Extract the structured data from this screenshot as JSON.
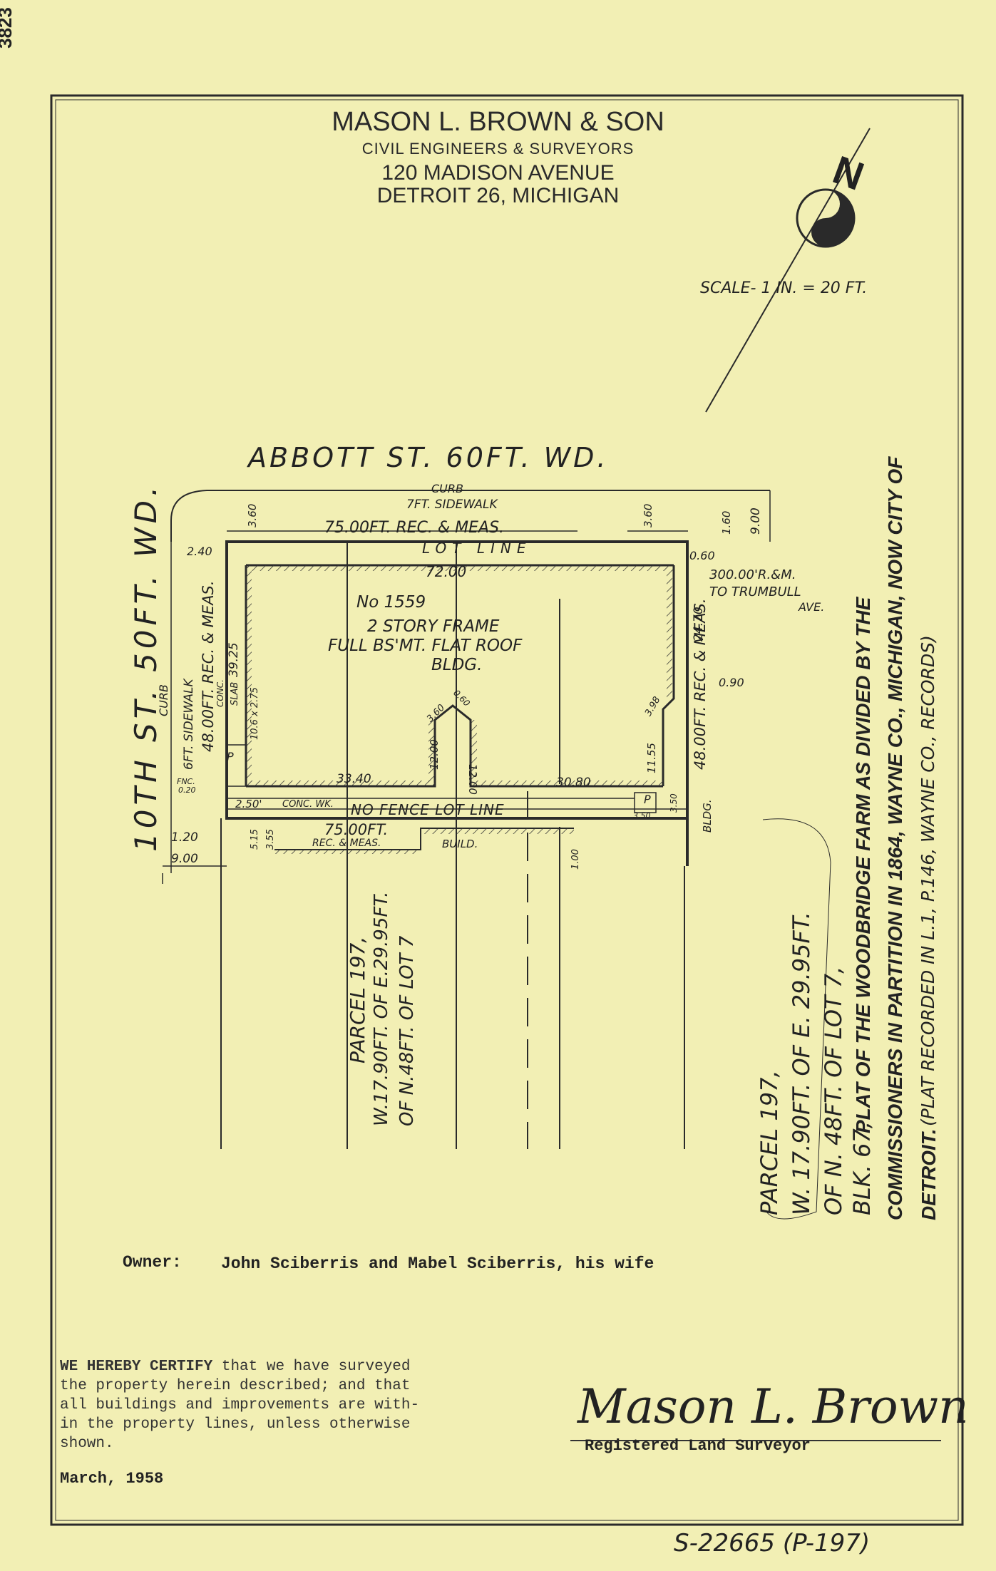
{
  "sheet_number": "3823",
  "header": {
    "company": "MASON L. BROWN & SON",
    "subtitle": "CIVIL ENGINEERS & SURVEYORS",
    "address1": "120 MADISON AVENUE",
    "address2": "DETROIT 26, MICHIGAN"
  },
  "scale": "SCALE- 1 IN. = 20 FT.",
  "streets": {
    "abbott": "ABBOTT ST. 60FT. WD.",
    "tenth": "10TH ST. 50FT. WD."
  },
  "plat_labels": {
    "curb_top": "CURB",
    "sidewalk_top": "7FT. SIDEWALK",
    "front_dim": "75.00FT. REC. & MEAS.",
    "lot_line_top": "LOT LINE",
    "bldg_front": "72.00",
    "dim_360_left": "3.60",
    "dim_360_right": "3.60",
    "dim_160": "1.60",
    "dim_900_top": "9.00",
    "dim_240": "2.40",
    "dim_060": "0.60",
    "trumbull": "300.00'R.&M.",
    "trumbull2": "TO TRUMBULL",
    "trumbull3": "AVE.",
    "house_no": "No 1559",
    "bldg1": "2 STORY FRAME",
    "bldg2": "FULL BS'MT. FLAT ROOF",
    "bldg3": "BLDG.",
    "curb_left": "CURB",
    "sidewalk_left": "6FT. SIDEWALK",
    "left_dim": "48.00FT. REC. & MEAS.",
    "conc": "CONC.",
    "slab": "SLAB",
    "dim_3925": "39.25",
    "dim_porch": "10.6 x 2.75",
    "p_left": "P",
    "fnc": "FNC.",
    "dim_020": "0.20",
    "dim_2470": "24.70",
    "right_dim": "48.00FT. REC. & MEAS.",
    "dim_090": "0.90",
    "dim_398": "3.98",
    "dim_1155": "11.55",
    "dim_1200a": "12.00",
    "dim_1200b": "12.00",
    "dim_360c": "3.60",
    "dim_060b": "0.60",
    "dim_3340": "33.40",
    "dim_3080": "30.80",
    "bldg_right": "BLDG.",
    "dim_250": "2.50'",
    "conc_wk": "CONC. WK.",
    "no_fence": "NO FENCE LOT LINE",
    "p_right": "P",
    "dim_350": "3.50",
    "dim_350b": "3.50",
    "dim_120": "1.20",
    "dim_900_left": "9.00",
    "dim_515": "5.15",
    "dim_355": "3.55",
    "rear_dim": "75.00FT.",
    "rear_dim2": "REC. & MEAS.",
    "build": "BUILD.",
    "dim_100": "1.00",
    "parcel_inner1": "PARCEL 197,",
    "parcel_inner2": "W.17.90FT. OF E.29.95FT.",
    "parcel_inner3": "OF N.48FT. OF LOT 7"
  },
  "legal": {
    "line1": "PARCEL 197,",
    "line2": "W. 17.90FT. OF E. 29.95FT.",
    "line3": "OF N. 48FT. OF LOT 7,",
    "line4": "BLK. 67,",
    "line4b": "PLAT OF THE WOODBRIDGE FARM AS DIVIDED BY THE",
    "line5": "COMMISSIONERS IN PARTITION IN 1864, WAYNE CO., MICHIGAN, NOW CITY OF",
    "line6a": "DETROIT.",
    "line6b": "(PLAT RECORDED IN L.1, P.146, WAYNE CO., RECORDS)"
  },
  "owner": {
    "label": "Owner:",
    "name": "John Sciberris and Mabel Sciberris, his wife"
  },
  "certify": {
    "lead": "WE HEREBY CERTIFY",
    "rest1": " that we have surveyed",
    "line2": "the property herein described; and that",
    "line3": "all buildings and improvements are with-",
    "line4": "in the property lines, unless otherwise",
    "line5": "shown."
  },
  "date": "March, 1958",
  "signature": "Mason L. Brown",
  "surveyor_title": "Registered Land Surveyor",
  "file_no": "S-22665 (P-197)",
  "colors": {
    "paper": "#f2efb4",
    "ink": "#2a2a2a"
  }
}
